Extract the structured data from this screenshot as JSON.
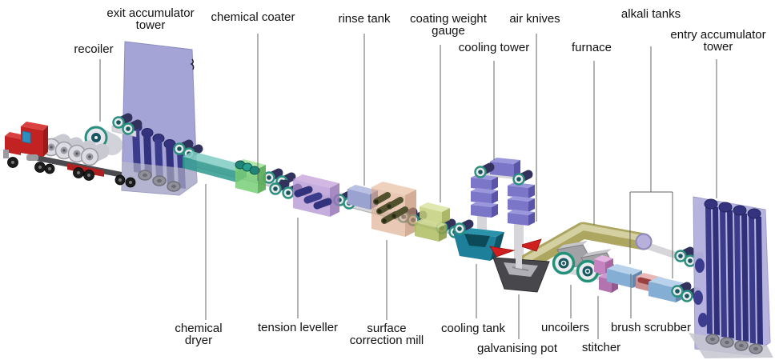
{
  "labels": {
    "recoiler": "recoiler",
    "exit_accumulator_tower": "exit accumulator tower",
    "chemical_coater": "chemical coater",
    "rinse_tank": "rinse tank",
    "coating_weight_gauge": "coating weight gauge",
    "air_knives": "air knives",
    "alkali_tanks": "alkali tanks",
    "entry_accumulator_tower": "entry accumulator tower",
    "cooling_tower": "cooling tower",
    "furnace": "furnace",
    "chemical_dryer": "chemical dryer",
    "tension_leveller": "tension leveller",
    "surface_correction_mill": "surface correction mill",
    "cooling_tank": "cooling tank",
    "galvanising_pot": "galvanising pot",
    "uncoilers": "uncoilers",
    "stitcher": "stitcher",
    "brush_scrubber": "brush scrubber"
  },
  "colors": {
    "strip_steel": "#d8d8dc",
    "accumulator_loop_blue": "#3b3b8c",
    "exit_tower_casing": "#a4a4d6",
    "entry_tower_casing": "#b3b1de",
    "chemical_dryer_teal": "#2f9a8e",
    "chemical_coater_green": "#78cf78",
    "tension_leveller_purple": "#b292d2",
    "rinse_tank_blue": "#9aa3cf",
    "correction_mill_tan": "#dba585",
    "coating_gauge_olive": "#c3cf7a",
    "cooling_tower_purple": "#7b76c8",
    "cooling_tank_teal": "#1d7f99",
    "air_knives_red": "#d01f1f",
    "galvanising_pot_grey": "#48484c",
    "furnace_khaki": "#ada661",
    "uncoiler_grey": "#a2a2a6",
    "stitcher_pink": "#c583c2",
    "alkali_tank_blue": "#85aed4",
    "brush_salmon": "#cc8f8f",
    "truck_red": "#c22222",
    "roller_ring_teal": "#2a8f7f",
    "leader_line": "#666666",
    "label_text": "#111111"
  }
}
